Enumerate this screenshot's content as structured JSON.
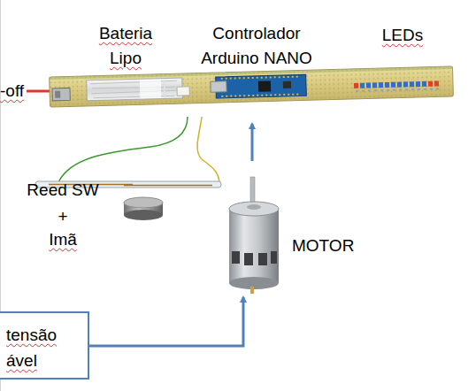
{
  "diagram": {
    "nodes": [
      {
        "text": [
          "tensão ável"
        ]
      }
    ],
    "labels": [
      "Bateria Lipo",
      "Controlador Arduino NANO",
      "LEDs",
      "-off",
      "Reed SW",
      "+",
      "Imã",
      "MOTOR"
    ]
  }
}
